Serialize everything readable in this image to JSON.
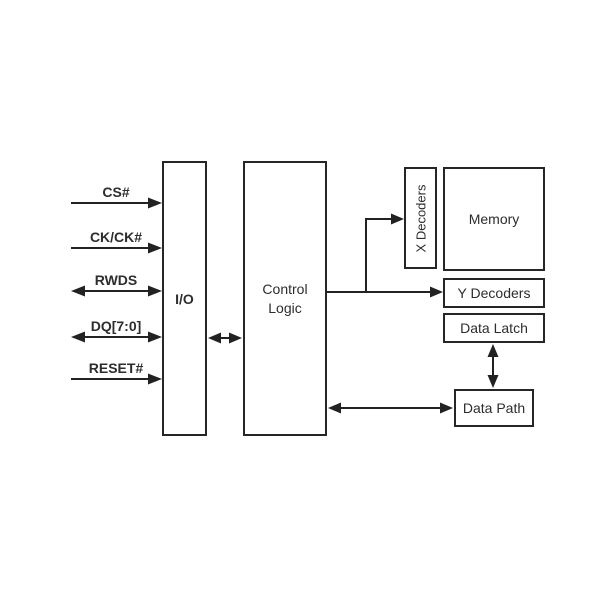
{
  "diagram": {
    "background_color": "#ffffff",
    "line_color": "#222222",
    "text_color": "#2d2d2d",
    "signals": [
      {
        "label": "CS#",
        "direction": "input"
      },
      {
        "label": "CK/CK#",
        "direction": "input"
      },
      {
        "label": "RWDS",
        "direction": "bidirectional"
      },
      {
        "label": "DQ[7:0]",
        "direction": "bidirectional"
      },
      {
        "label": "RESET#",
        "direction": "input"
      }
    ],
    "blocks": {
      "io": {
        "label": "I/O"
      },
      "control_logic": {
        "label": "Control Logic"
      },
      "x_decoders": {
        "label": "X Decoders"
      },
      "memory": {
        "label": "Memory"
      },
      "y_decoders": {
        "label": "Y Decoders"
      },
      "data_latch": {
        "label": "Data Latch"
      },
      "data_path": {
        "label": "Data Path"
      }
    },
    "connections": [
      {
        "from": "I/O",
        "to": "Control Logic",
        "direction": "bidirectional"
      },
      {
        "from": "Control Logic",
        "to": "X Decoders",
        "direction": "unidirectional"
      },
      {
        "from": "Control Logic",
        "to": "Y Decoders",
        "direction": "unidirectional"
      },
      {
        "from": "Control Logic",
        "to": "Data Path",
        "direction": "bidirectional"
      },
      {
        "from": "Data Latch",
        "to": "Data Path",
        "direction": "bidirectional"
      }
    ]
  }
}
